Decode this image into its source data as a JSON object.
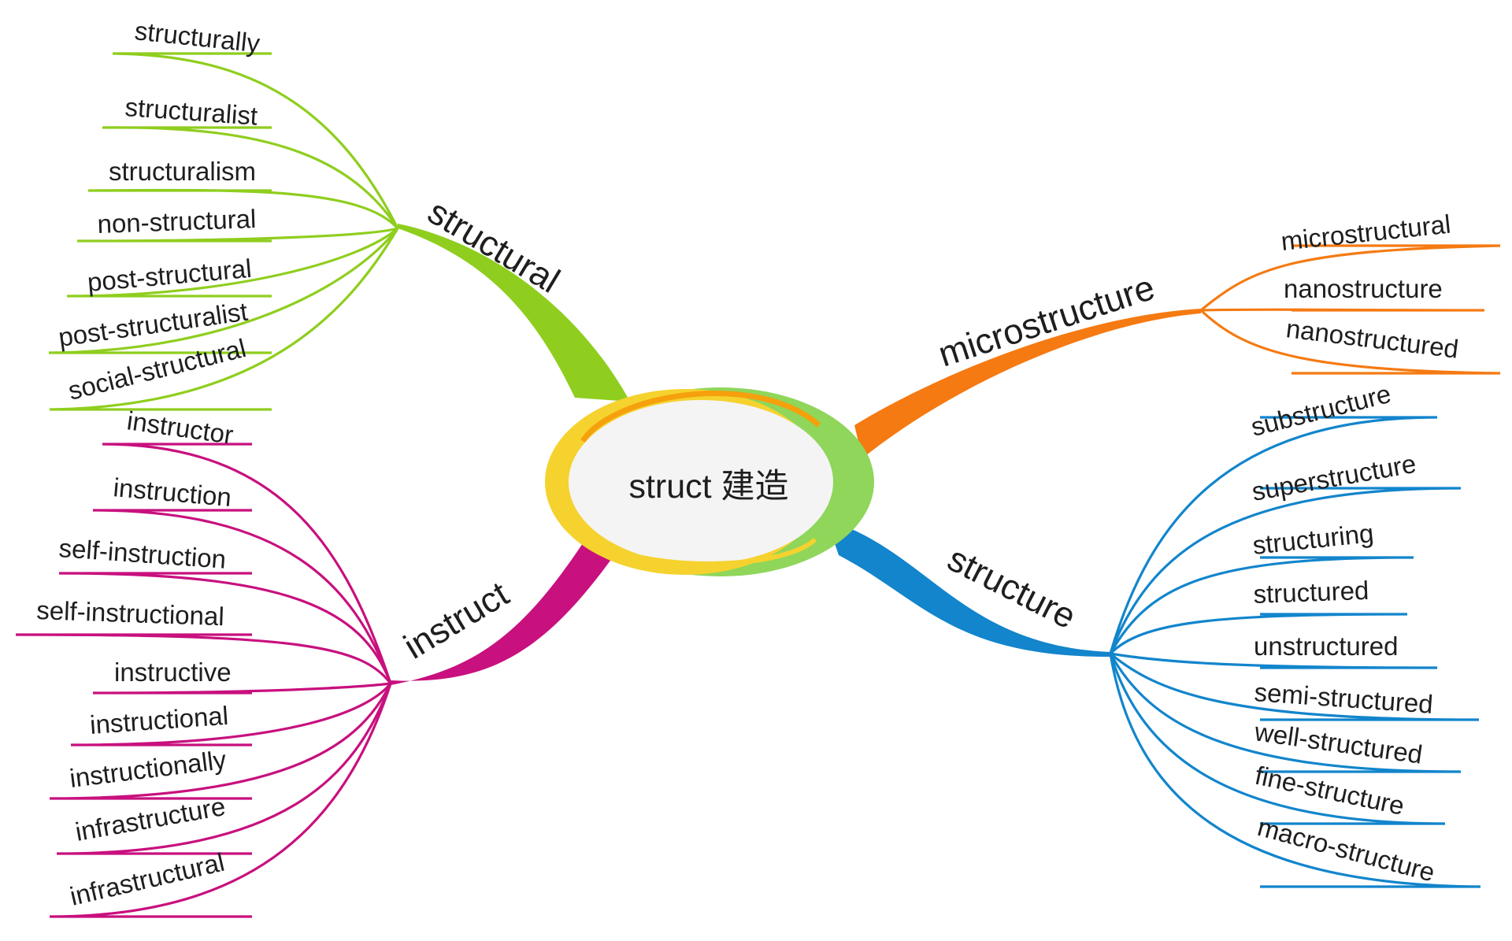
{
  "center": {
    "label": "struct 建造"
  },
  "branches": [
    {
      "label": "structural",
      "color": "#8fce1e",
      "leaves": [
        "structurally",
        "structuralist",
        "structuralism",
        "non-structural",
        "post-structural",
        "post-structuralist",
        "social-structural"
      ]
    },
    {
      "label": "instruct",
      "color": "#c8107e",
      "leaves": [
        "instructor",
        "instruction",
        "self-instruction",
        "self-instructional",
        "instructive",
        "instructional",
        "instructionally",
        "infrastructure",
        "infrastructural"
      ]
    },
    {
      "label": "microstructure",
      "color": "#f57a12",
      "leaves": [
        "microstructural",
        "nanostructure",
        "nanostructured"
      ]
    },
    {
      "label": "structure",
      "color": "#1285cc",
      "leaves": [
        "substructure",
        "superstructure",
        "structuring",
        "structured",
        "unstructured",
        "semi-structured",
        "well-structured",
        "fine-structure",
        "macro-structure"
      ]
    }
  ],
  "center_colors": {
    "yellow": "#f5d22e",
    "orange": "#f5a00c",
    "green": "#8fd65a",
    "fill": "#f4f4f4"
  }
}
